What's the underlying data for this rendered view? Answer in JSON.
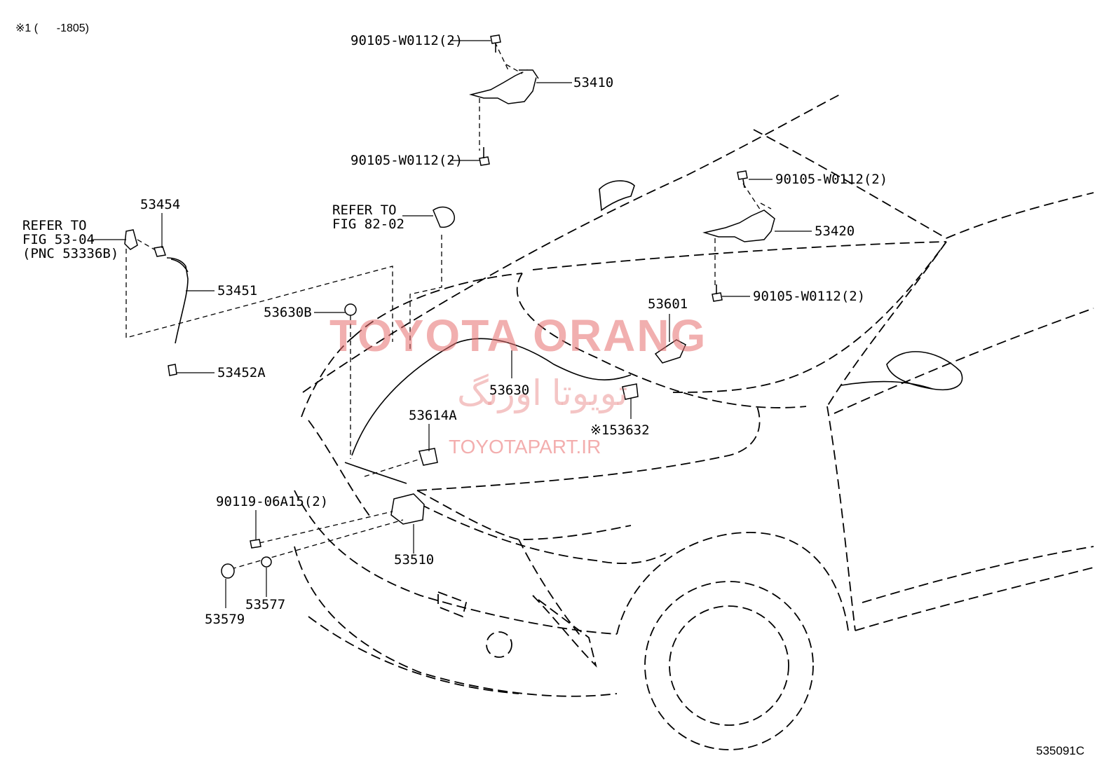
{
  "header_note": "※1 (      -1805)",
  "figure_code": "535091C",
  "watermark": {
    "main": "TOYOTA ORANG",
    "persian": "تویوتا اورنگ",
    "site": "TOYOTAPART.IR"
  },
  "callouts": [
    {
      "id": "bolt-top-upper",
      "text": "90105-W0112(2)"
    },
    {
      "id": "hinge-53410",
      "text": "53410"
    },
    {
      "id": "bolt-top-lower",
      "text": "90105-W0112(2)"
    },
    {
      "id": "bolt-right-upper",
      "text": "90105-W0112(2)"
    },
    {
      "id": "hinge-53420",
      "text": "53420"
    },
    {
      "id": "bolt-right-lower",
      "text": "90105-W0112(2)"
    },
    {
      "id": "refer-82",
      "text": "REFER TO\nFIG 82-02"
    },
    {
      "id": "refer-53",
      "text": "REFER TO\nFIG 53-04\n(PNC 53336B)"
    },
    {
      "id": "p53454",
      "text": "53454"
    },
    {
      "id": "p53451",
      "text": "53451"
    },
    {
      "id": "p53452a",
      "text": "53452A"
    },
    {
      "id": "p53630b",
      "text": "53630B"
    },
    {
      "id": "p53601",
      "text": "53601"
    },
    {
      "id": "p53630",
      "text": "53630"
    },
    {
      "id": "p53614a",
      "text": "53614A"
    },
    {
      "id": "p53632",
      "text": "※153632"
    },
    {
      "id": "bolt-latch",
      "text": "90119-06A15(2)"
    },
    {
      "id": "p53510",
      "text": "53510"
    },
    {
      "id": "p53577",
      "text": "53577"
    },
    {
      "id": "p53579",
      "text": "53579"
    }
  ]
}
